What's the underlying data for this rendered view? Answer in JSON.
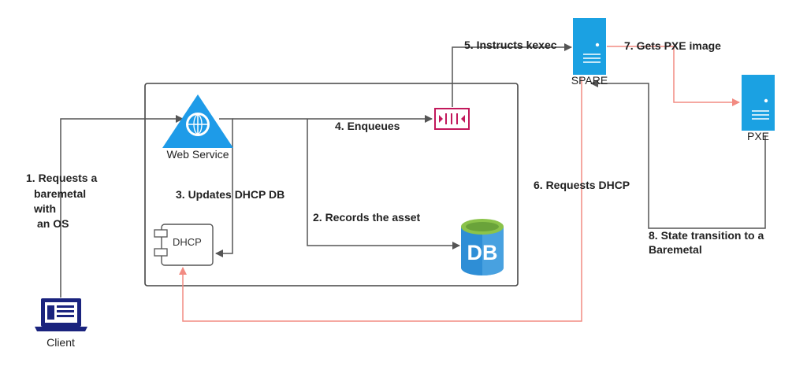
{
  "nodes": {
    "client": "Client",
    "web_service": "Web Service",
    "dhcp": "DHCP",
    "db": "DB",
    "spare": "SPARE",
    "pxe": "PXE"
  },
  "steps": {
    "s1": [
      "1. Requests a",
      "baremetal",
      "with",
      "an OS"
    ],
    "s2": "2. Records the asset",
    "s3": "3. Updates DHCP DB",
    "s4": "4. Enqueues",
    "s5": "5. Instructs kexec",
    "s6": "6. Requests DHCP",
    "s7": "7. Gets PXE image",
    "s8": [
      "8. State transition to a",
      "Baremetal"
    ]
  },
  "colors": {
    "line_dark": "#555555",
    "line_red": "#f28b82",
    "server_blue": "#1ba1e2",
    "triangle_blue": "#1e9be8",
    "db_blue": "#2e8ed6",
    "db_green": "#8bc34a",
    "queue_pink": "#c2185b",
    "laptop_navy": "#1a237e"
  }
}
